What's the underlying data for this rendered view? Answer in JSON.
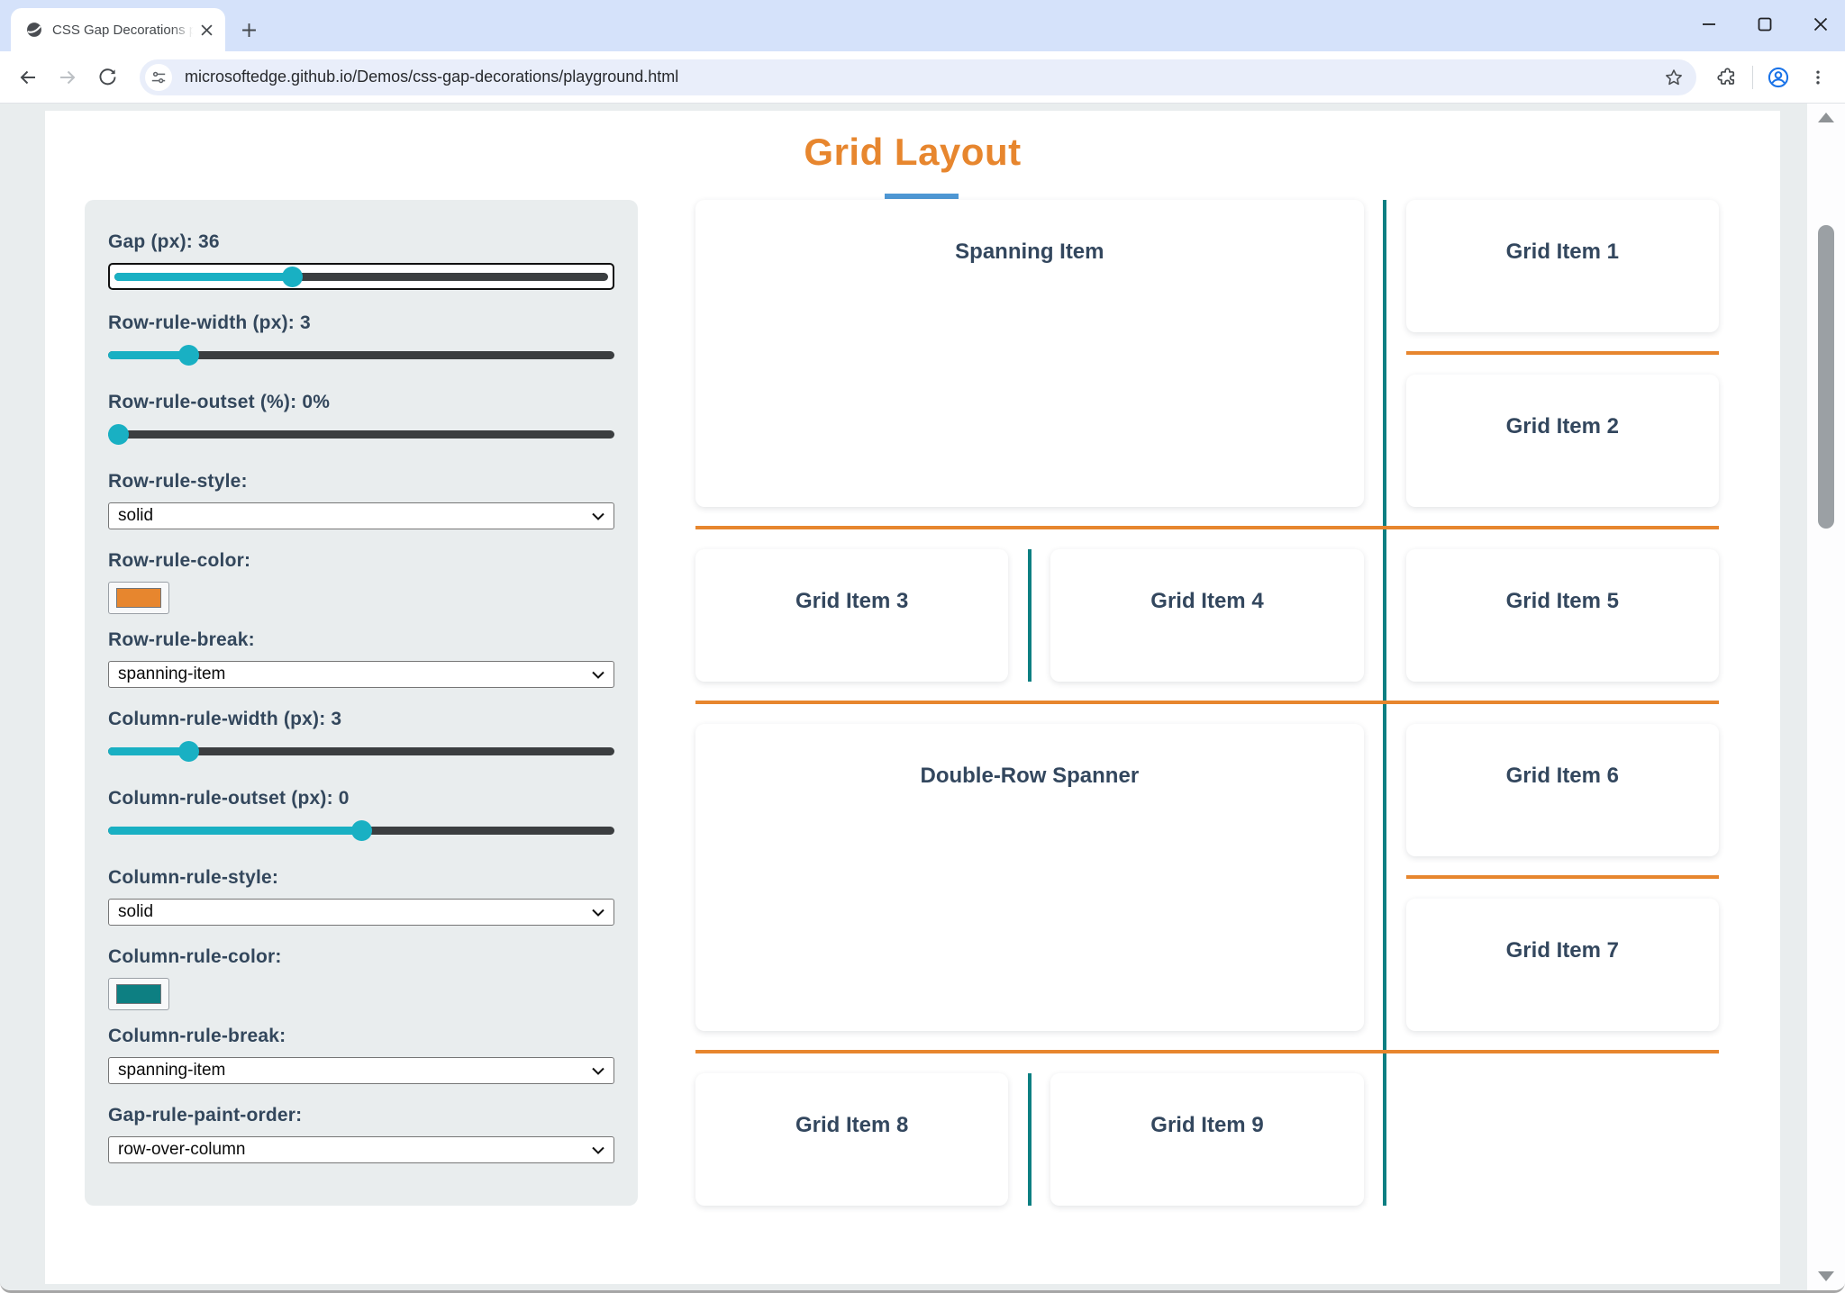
{
  "browser": {
    "tab_title": "CSS Gap Decorations playground",
    "url": "microsoftedge.github.io/Demos/css-gap-decorations/playground.html"
  },
  "page": {
    "title": "Grid Layout"
  },
  "controls": {
    "gap": {
      "label": "Gap (px): 36",
      "value": 36
    },
    "row_rule_width": {
      "label": "Row-rule-width (px): 3",
      "value": 3
    },
    "row_rule_outset": {
      "label": "Row-rule-outset (%): 0%",
      "value": 0
    },
    "row_rule_style": {
      "label": "Row-rule-style:",
      "value": "solid"
    },
    "row_rule_color": {
      "label": "Row-rule-color:",
      "color": "#e7862e"
    },
    "row_rule_break": {
      "label": "Row-rule-break:",
      "value": "spanning-item"
    },
    "column_rule_width": {
      "label": "Column-rule-width (px): 3",
      "value": 3
    },
    "column_rule_outset": {
      "label": "Column-rule-outset (px): 0",
      "value": 0
    },
    "column_rule_style": {
      "label": "Column-rule-style:",
      "value": "solid"
    },
    "column_rule_color": {
      "label": "Column-rule-color:",
      "color": "#0d7f82"
    },
    "column_rule_break": {
      "label": "Column-rule-break:",
      "value": "spanning-item"
    },
    "gap_rule_paint_order": {
      "label": "Gap-rule-paint-order:",
      "value": "row-over-column"
    }
  },
  "grid": {
    "items": [
      {
        "label": "Spanning Item"
      },
      {
        "label": "Grid Item 1"
      },
      {
        "label": "Grid Item 2"
      },
      {
        "label": "Grid Item 3"
      },
      {
        "label": "Grid Item 4"
      },
      {
        "label": "Grid Item 5"
      },
      {
        "label": "Double-Row Spanner"
      },
      {
        "label": "Grid Item 6"
      },
      {
        "label": "Grid Item 7"
      },
      {
        "label": "Grid Item 8"
      },
      {
        "label": "Grid Item 9"
      }
    ]
  },
  "colors": {
    "title_orange": "#e7862e",
    "row_rule_orange": "#e7862e",
    "column_rule_teal": "#0d7f82",
    "slider_teal": "#19b0c3",
    "title_underline_blue": "#4e97d4",
    "label_navy": "#33475c",
    "panel_gray": "#e9edee"
  }
}
